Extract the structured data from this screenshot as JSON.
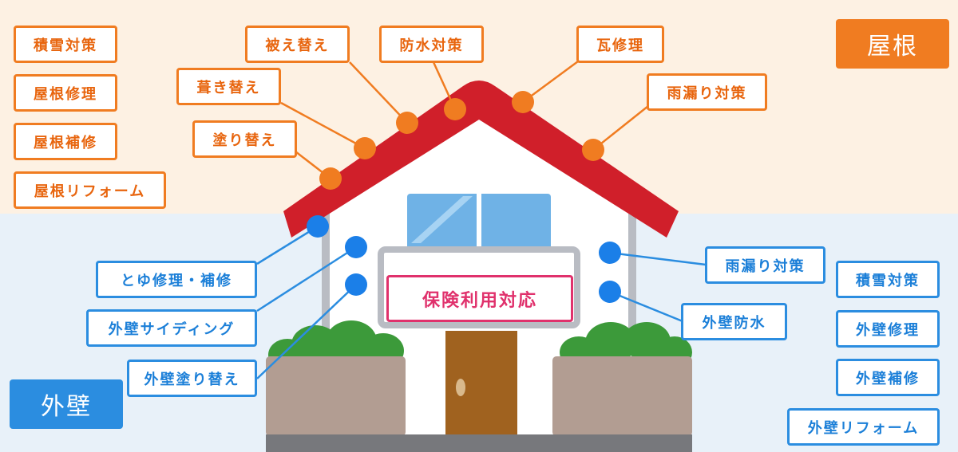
{
  "categories": {
    "roof": {
      "label": "屋根",
      "color": "#f07c21"
    },
    "wall": {
      "label": "外壁",
      "color": "#2b8de0"
    }
  },
  "center_label": "保険利用対応",
  "roof_services": {
    "left": [
      "積雪対策",
      "屋根修理",
      "屋根補修",
      "屋根リフォーム"
    ],
    "callouts": [
      "被え替え",
      "防水対策",
      "瓦修理",
      "葺き替え",
      "雨漏り対策",
      "塗り替え"
    ]
  },
  "wall_services": {
    "callouts_left": [
      "とゆ修理・補修",
      "外壁サイディング",
      "外壁塗り替え"
    ],
    "callouts_right": [
      "雨漏り対策",
      "外壁防水"
    ],
    "right": [
      "積雪対策",
      "外壁修理",
      "外壁補修",
      "外壁リフォーム"
    ]
  },
  "colors": {
    "roof": "#d01f2a",
    "wall_line": "#2b8de0",
    "roof_line": "#f07c21",
    "insurance": "#e0316c"
  }
}
